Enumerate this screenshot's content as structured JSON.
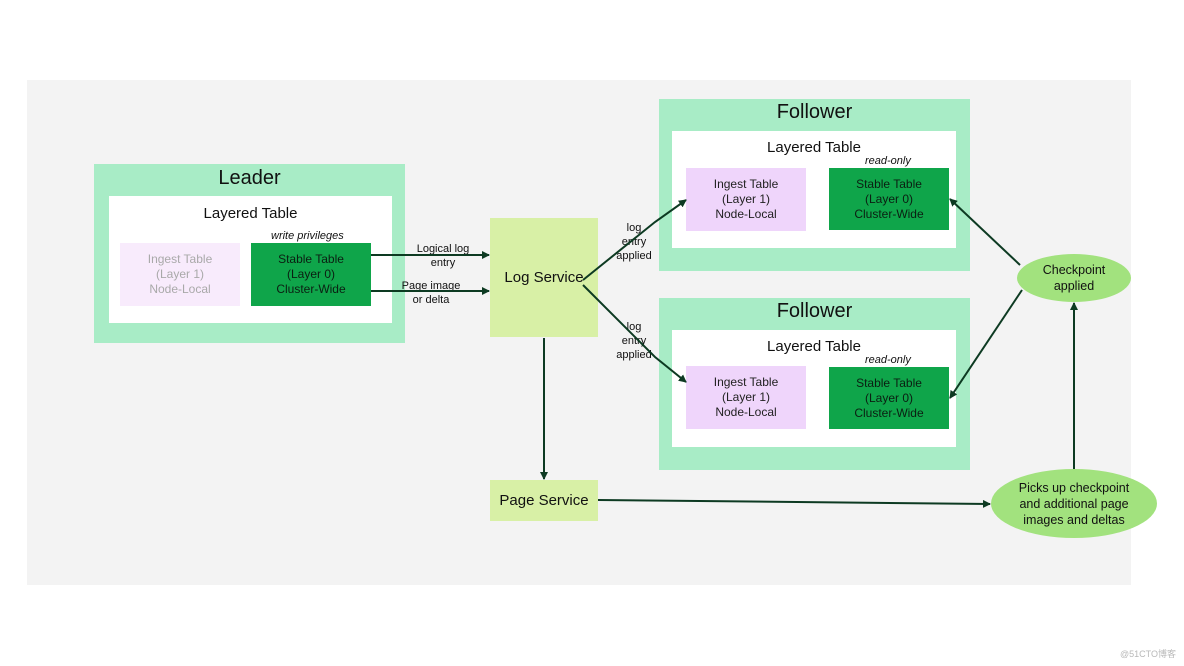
{
  "leader": {
    "title": "Leader",
    "table_title": "Layered Table",
    "privilege_caption": "write privileges",
    "ingest": {
      "line1": "Ingest Table",
      "line2": "(Layer 1)",
      "line3": "Node-Local"
    },
    "stable": {
      "line1": "Stable Table",
      "line2": "(Layer 0)",
      "line3": "Cluster-Wide"
    }
  },
  "followers": [
    {
      "title": "Follower",
      "table_title": "Layered Table",
      "caption": "read-only",
      "ingest": {
        "line1": "Ingest Table",
        "line2": "(Layer 1)",
        "line3": "Node-Local"
      },
      "stable": {
        "line1": "Stable Table",
        "line2": "(Layer 0)",
        "line3": "Cluster-Wide"
      }
    },
    {
      "title": "Follower",
      "table_title": "Layered Table",
      "caption": "read-only",
      "ingest": {
        "line1": "Ingest Table",
        "line2": "(Layer 1)",
        "line3": "Node-Local"
      },
      "stable": {
        "line1": "Stable Table",
        "line2": "(Layer 0)",
        "line3": "Cluster-Wide"
      }
    }
  ],
  "log_service": {
    "label": "Log Service"
  },
  "page_service": {
    "label": "Page Service"
  },
  "checkpoint": {
    "line1": "Checkpoint",
    "line2": "applied"
  },
  "picks_up": {
    "line1": "Picks up checkpoint",
    "line2": "and additional page",
    "line3": "images and deltas"
  },
  "edges": {
    "logical_log": {
      "line1": "Logical log",
      "line2": "entry"
    },
    "page_image": {
      "line1": "Page image",
      "line2": "or delta"
    },
    "applied_top": {
      "line1": "log",
      "line2": "entry",
      "line3": "applied"
    },
    "applied_bottom": {
      "line1": "log",
      "line2": "entry",
      "line3": "applied"
    }
  },
  "watermark": "@51CTO博客",
  "colors": {
    "background": "#f3f3f3",
    "group": "#a8ecc6",
    "ingest": "#efd5fb",
    "stable": "#0fa54a",
    "service": "#d8f0a6",
    "ellipse": "#a2e27e",
    "arrow": "#0d3a22"
  }
}
